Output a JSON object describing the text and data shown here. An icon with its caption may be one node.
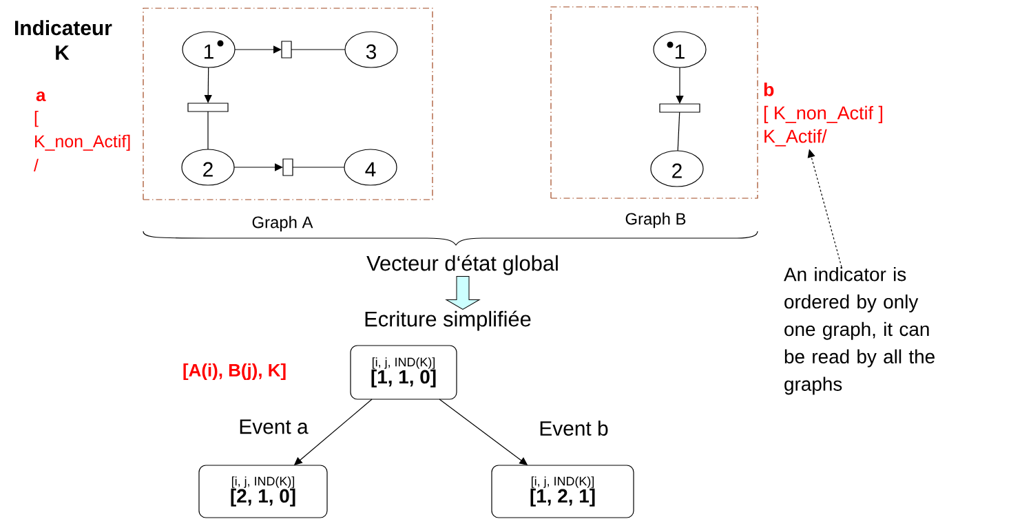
{
  "diagram": {
    "nodes": [
      {
        "text": [
          "Graph A"
        ]
      },
      {
        "text": [
          "1"
        ],
        "in": 0
      },
      {
        "text": [],
        "shape": "bar",
        "in": 0
      },
      {
        "text": [
          "3"
        ],
        "in": 0
      },
      {
        "text": [],
        "shape": "bar",
        "in": 0
      },
      {
        "text": [
          "2"
        ],
        "in": 0
      },
      {
        "text": [],
        "shape": "bar",
        "in": 0
      },
      {
        "text": [
          "4"
        ],
        "in": 0
      },
      {
        "text": [
          "Graph B"
        ]
      },
      {
        "text": [
          "1"
        ],
        "in": 8
      },
      {
        "text": [],
        "shape": "bar",
        "in": 8
      },
      {
        "text": [
          "2"
        ],
        "in": 8
      },
      {
        "text": [
          "b",
          "[ K_non_Actif ]",
          "K_Actif/"
        ]
      },
      {
        "text": [
          "Vecteur d‘état global"
        ]
      },
      {
        "text": [
          "Ecriture simplifiée"
        ]
      },
      {
        "text": [
          "An indicator is ordered by only one graph, it can be read by all the graphs"
        ]
      },
      {
        "text": [
          "[i, j, IND(K)]",
          "[1, 1, 0]"
        ]
      },
      {
        "text": [
          "[i, j, IND(K)]",
          "[2, 1, 0]"
        ]
      },
      {
        "text": [
          "[i, j, IND(K)]",
          "[1, 2, 1]"
        ]
      }
    ],
    "edges": [
      {
        "from": 1,
        "to": 2,
        "arrow": "to"
      },
      {
        "from": 2,
        "to": 3,
        "arrow": "none"
      },
      {
        "from": 1,
        "to": 4,
        "arrow": "to"
      },
      {
        "from": 4,
        "to": 5,
        "arrow": "none"
      },
      {
        "from": 5,
        "to": 6,
        "arrow": "to"
      },
      {
        "from": 6,
        "to": 7,
        "arrow": "none"
      },
      {
        "from": 9,
        "to": 10,
        "arrow": "to"
      },
      {
        "from": 10,
        "to": 11,
        "arrow": "none"
      },
      {
        "from": 15,
        "to": 12,
        "arrow": "to",
        "style": "dashed"
      },
      {
        "from": 13,
        "to": 14,
        "arrow": "to",
        "style": "thick",
        "color": "#ccffff"
      },
      {
        "from": 16,
        "to": 17,
        "arrow": "to",
        "label": "Event a"
      },
      {
        "from": 16,
        "to": 18,
        "arrow": "to",
        "label": "Event b"
      }
    ],
    "labels": [
      "Indicateur K",
      "a",
      "[ K_non_Actif] /",
      "[A(i), B(j), K]"
    ]
  }
}
